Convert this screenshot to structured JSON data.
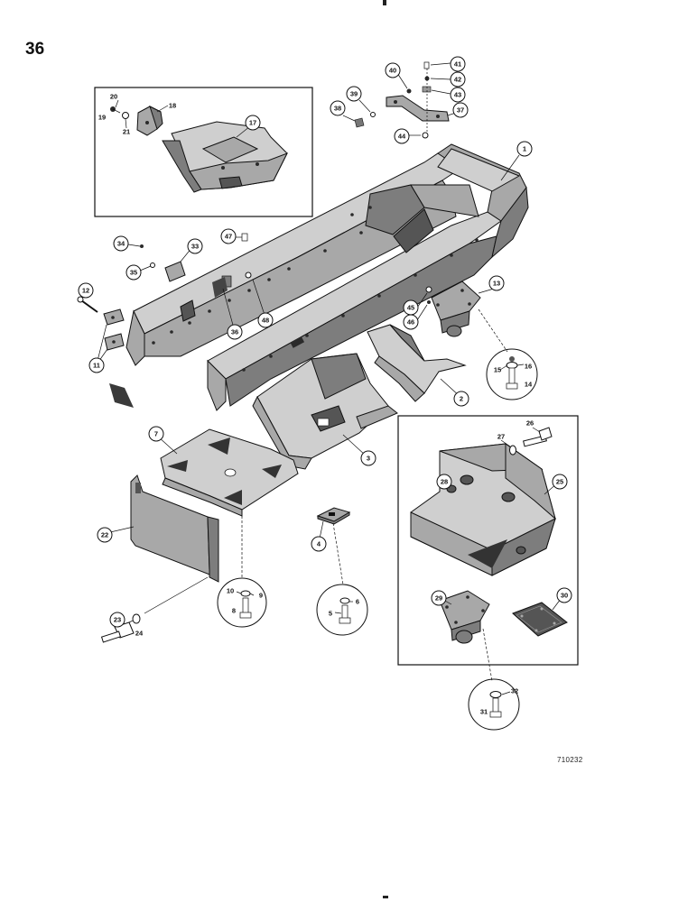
{
  "page_number": "36",
  "figure_code": "710232",
  "callouts": {
    "c1": "1",
    "c2": "2",
    "c3": "3",
    "c4": "4",
    "c5": "5",
    "c6": "6",
    "c7": "7",
    "c8": "8",
    "c9": "9",
    "c10": "10",
    "c11": "11",
    "c12": "12",
    "c13": "13",
    "c14": "14",
    "c15": "15",
    "c16": "16",
    "c17": "17",
    "c18": "18",
    "c19": "19",
    "c20": "20",
    "c21": "21",
    "c22": "22",
    "c23": "23",
    "c24": "24",
    "c25": "25",
    "c26": "26",
    "c27": "27",
    "c28": "28",
    "c29": "29",
    "c30": "30",
    "c31": "31",
    "c32": "32",
    "c33": "33",
    "c34": "34",
    "c35": "35",
    "c36": "36",
    "c37": "37",
    "c38": "38",
    "c39": "39",
    "c40": "40",
    "c41": "41",
    "c42": "42",
    "c43": "43",
    "c44": "44",
    "c45": "45",
    "c46": "46",
    "c47": "47",
    "c48": "48"
  }
}
